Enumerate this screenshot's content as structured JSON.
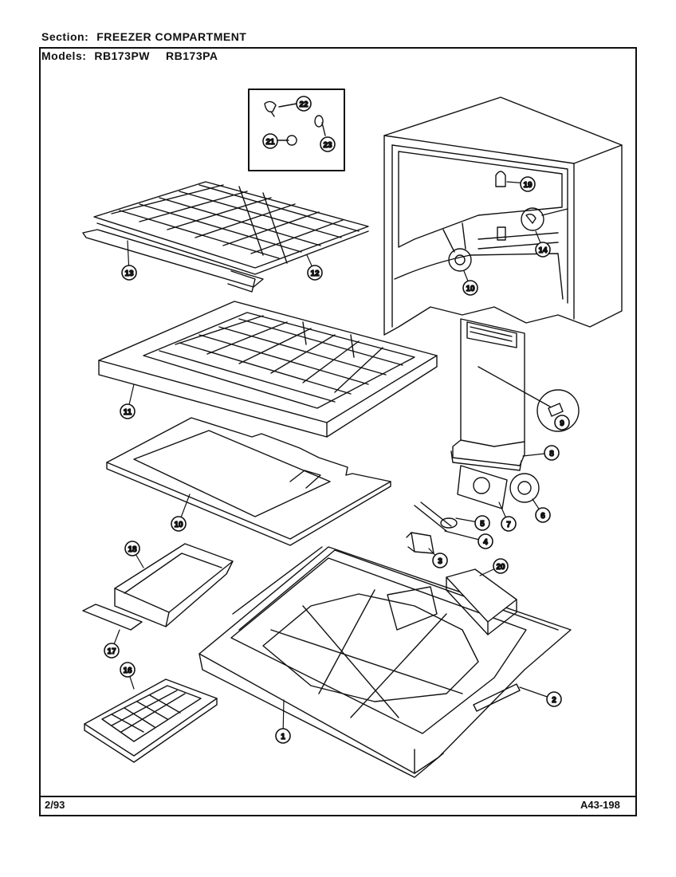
{
  "header": {
    "section_label": "Section:",
    "section_value": "FREEZER COMPARTMENT",
    "models_label": "Models:",
    "models": [
      "RB173PW",
      "RB173PA"
    ]
  },
  "footer": {
    "date": "2/93",
    "code": "A43-198"
  },
  "callouts": [
    "22",
    "21",
    "23",
    "19",
    "14",
    "13",
    "12",
    "10",
    "11",
    "9",
    "8",
    "6",
    "7",
    "5",
    "4",
    "3",
    "20",
    "18",
    "10",
    "17",
    "16",
    "1",
    "2"
  ]
}
